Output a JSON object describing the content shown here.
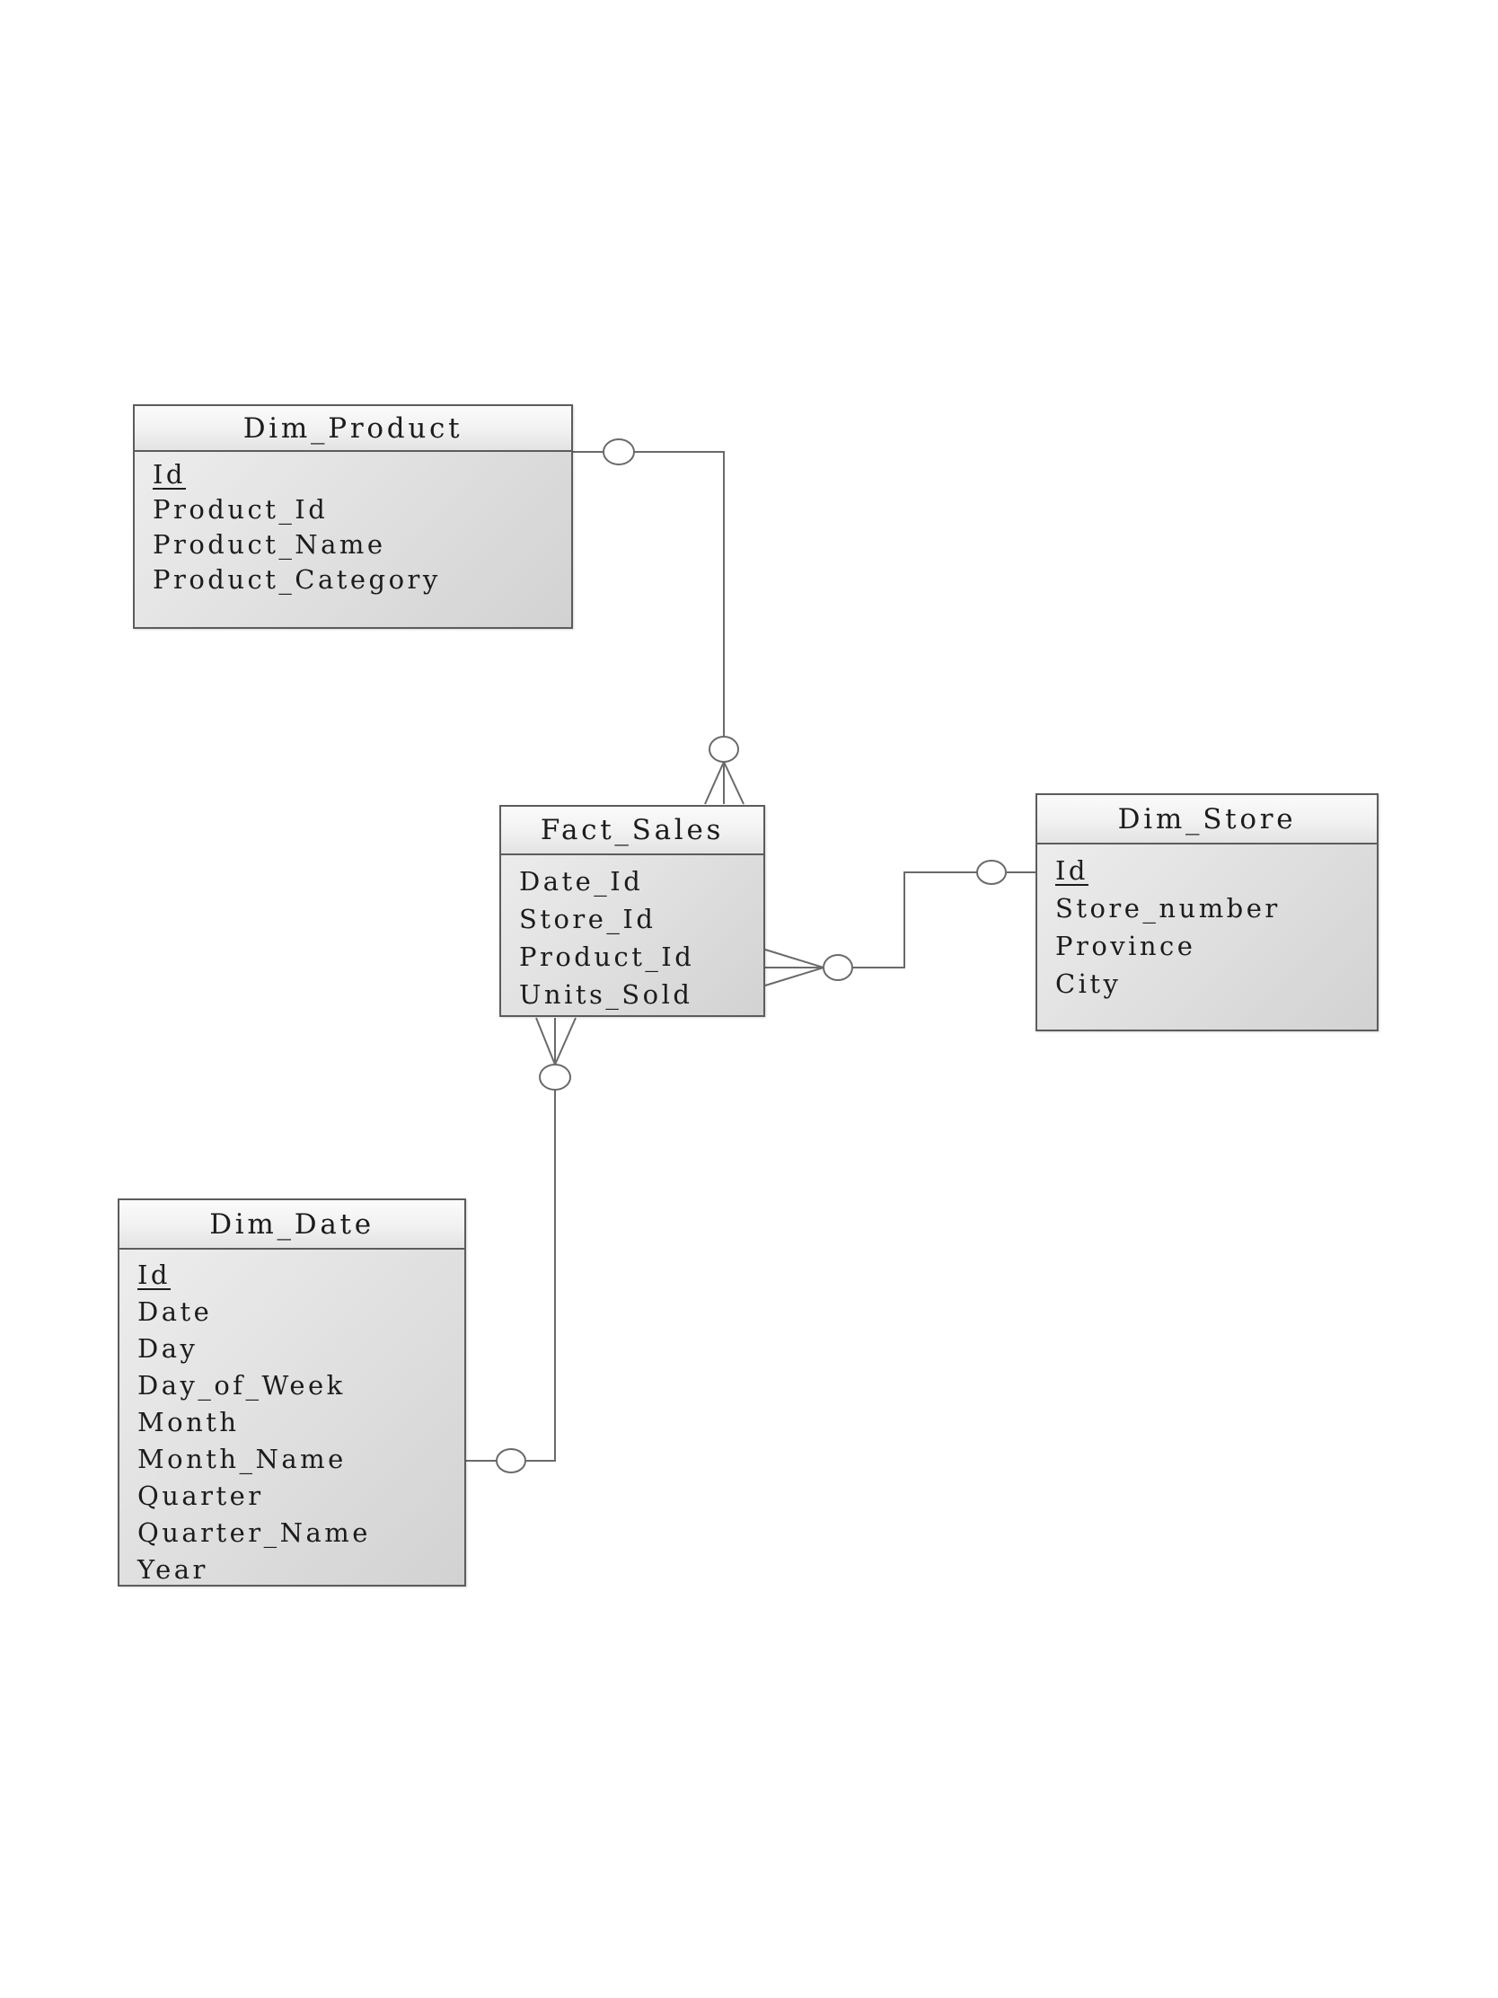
{
  "diagram": {
    "type": "star-schema-er-diagram",
    "tables": {
      "dim_product": {
        "title": "Dim_Product",
        "primary_key": "Id",
        "fields": [
          "Id",
          "Product_Id",
          "Product_Name",
          "Product_Category"
        ]
      },
      "fact_sales": {
        "title": "Fact_Sales",
        "fields": [
          "Date_Id",
          "Store_Id",
          "Product_Id",
          "Units_Sold"
        ]
      },
      "dim_store": {
        "title": "Dim_Store",
        "primary_key": "Id",
        "fields": [
          "Id",
          "Store_number",
          "Province",
          "City"
        ]
      },
      "dim_date": {
        "title": "Dim_Date",
        "primary_key": "Id",
        "fields": [
          "Id",
          "Date",
          "Day",
          "Day_of_Week",
          "Month",
          "Month_Name",
          "Quarter",
          "Quarter_Name",
          "Year"
        ]
      }
    },
    "relationships": [
      {
        "from": "Dim_Product",
        "to": "Fact_Sales",
        "from_cardinality": "zero-or-one",
        "to_cardinality": "zero-or-many",
        "notation": "circle / circle-with-crow-foot"
      },
      {
        "from": "Dim_Store",
        "to": "Fact_Sales",
        "from_cardinality": "zero-or-one",
        "to_cardinality": "zero-or-many",
        "notation": "circle / circle-with-crow-foot"
      },
      {
        "from": "Dim_Date",
        "to": "Fact_Sales",
        "from_cardinality": "zero-or-one",
        "to_cardinality": "zero-or-many",
        "notation": "circle / circle-with-crow-foot"
      }
    ],
    "colors": {
      "background": "#ffffff",
      "entity_border": "#5c5c5c",
      "entity_header_fill": "#f1f1f1",
      "entity_body_fill": "#e0e0e0",
      "connector": "#6a6a6a",
      "text": "#1c1c1c"
    }
  }
}
